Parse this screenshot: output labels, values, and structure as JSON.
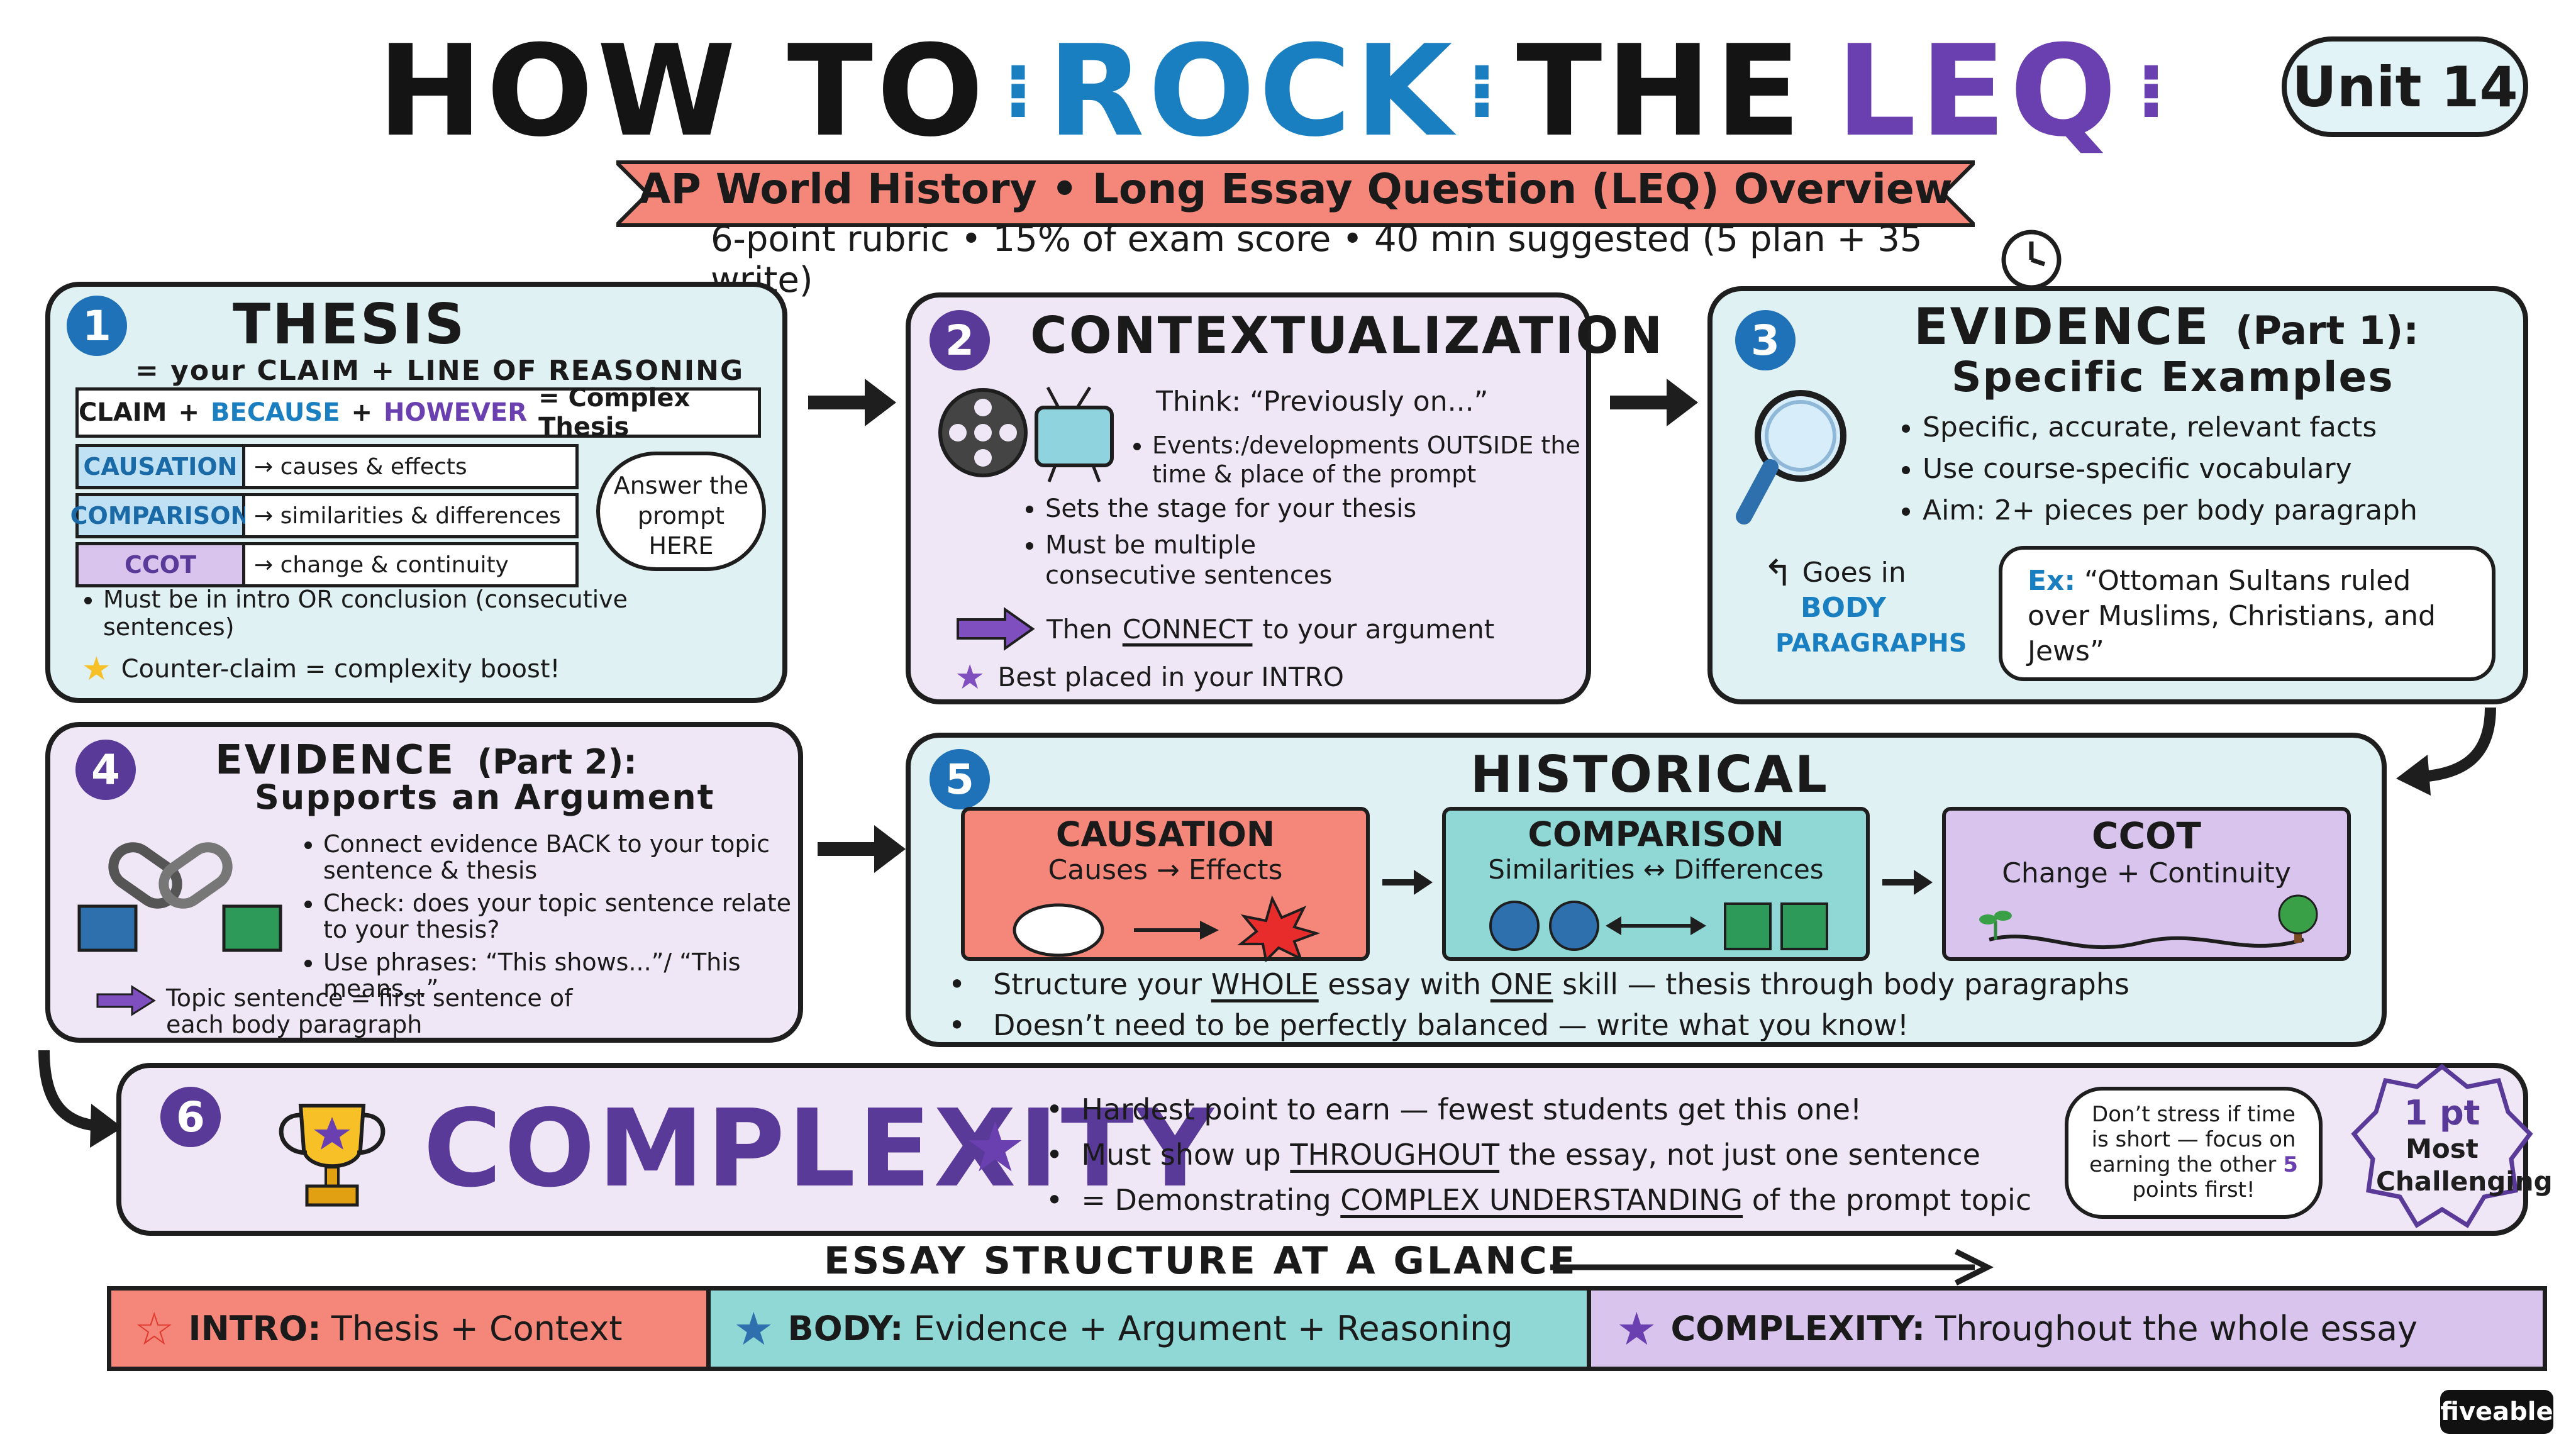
{
  "title": {
    "part1": "HOW TO",
    "part2": "ROCK",
    "part3": "THE",
    "part4": "LEQ"
  },
  "unit_badge": "Unit 14",
  "ribbon": "AP World History • Long Essay Question (LEQ) Overview",
  "rubric_line": "6-point rubric • 15% of exam score • 40 min suggested (5 plan + 35 write)",
  "colors": {
    "blue": "#1a7fc1",
    "purple": "#6a3fb0",
    "salmon": "#f4877a",
    "teal": "#6fcfcf",
    "lavender": "#c9a9e6"
  },
  "icons": [
    "clock-icon",
    "film-reel-icon",
    "tv-icon",
    "magnifier-icon",
    "chain-icon",
    "trophy-icon",
    "star-icon",
    "tree-icon",
    "cloud-icon",
    "explosion-icon"
  ],
  "thesis": {
    "num": "1",
    "title": "THESIS",
    "subtitle": "= your CLAIM + LINE OF REASONING",
    "formula": {
      "claim": "CLAIM",
      "plus1": "+",
      "because": "BECAUSE",
      "plus2": "+",
      "however": "HOWEVER",
      "equals": "= Complex Thesis"
    },
    "rows": [
      {
        "tag": "CAUSATION",
        "desc": "→ causes & effects"
      },
      {
        "tag": "COMPARISON",
        "desc": "→ similarities & differences"
      },
      {
        "tag": "CCOT",
        "desc": "→ change & continuity"
      }
    ],
    "bubble": "Answer the prompt HERE",
    "bullet": "Must be in intro OR conclusion (consecutive sentences)",
    "star_line": "Counter-claim = complexity boost!"
  },
  "context": {
    "num": "2",
    "title": "CONTEXTUALIZATION",
    "think": "Think: “Previously on...”",
    "bullets": [
      "Events:/developments OUTSIDE the time & place of the prompt",
      "Sets the stage for your thesis",
      "Must be multiple consecutive sentences"
    ],
    "connect_pre": "Then",
    "connect_word": "CONNECT",
    "connect_post": "to your argument",
    "star_line": "Best placed in your INTRO"
  },
  "evidence1": {
    "num": "3",
    "title": "EVIDENCE",
    "title_part": "(Part 1):",
    "subtitle": "Specific Examples",
    "bullets": [
      "Specific, accurate, relevant facts",
      "Use course-specific vocabulary",
      "Aim: 2+ pieces per body paragraph"
    ],
    "goes_in": "Goes in",
    "goes_where1": "BODY",
    "goes_where2": "PARAGRAPHS",
    "ex_label": "Ex:",
    "ex_text": "“Ottoman Sultans ruled over Muslims, Christians, and Jews”"
  },
  "evidence2": {
    "num": "4",
    "title": "EVIDENCE",
    "title_part": "(Part 2):",
    "subtitle": "Supports an Argument",
    "bullets": [
      "Connect evidence BACK to your topic sentence & thesis",
      "Check: does your topic sentence relate to your thesis?",
      "Use phrases: “This shows...”/ “This means...”"
    ],
    "topic_line": "Topic sentence = first sentence of each body paragraph"
  },
  "reasoning": {
    "num": "5",
    "title": "HISTORICAL REASONING",
    "boxes": [
      {
        "title": "CAUSATION",
        "sub": "Causes → Effects"
      },
      {
        "title": "COMPARISON",
        "sub": "Similarities ↔ Differences"
      },
      {
        "title": "CCOT",
        "sub": "Change + Continuity"
      }
    ],
    "bullet1_a": "Structure your",
    "bullet1_u1": "WHOLE",
    "bullet1_b": "essay with",
    "bullet1_u2": "ONE",
    "bullet1_c": "skill — thesis through body paragraphs",
    "bullet2": "Doesn’t need to be perfectly balanced — write what you know!"
  },
  "complexity": {
    "num": "6",
    "title": "COMPLEXITY",
    "b1": "Hardest point to earn — fewest students get this one!",
    "b2_a": "Must show up",
    "b2_u": "THROUGHOUT",
    "b2_b": "the essay, not just one sentence",
    "b3_a": "= Demonstrating",
    "b3_u": "COMPLEX UNDERSTANDING",
    "b3_b": "of the prompt topic",
    "bubble_a": "Don’t stress if time is short — focus on earning the other",
    "bubble_num": "5",
    "bubble_b": "points first!",
    "badge1": "1 pt",
    "badge2": "Most Challenging"
  },
  "structure": {
    "heading": "ESSAY STRUCTURE AT A GLANCE",
    "segments": [
      {
        "label": "INTRO:",
        "desc": "Thesis + Context"
      },
      {
        "label": "BODY:",
        "desc": "Evidence + Argument + Reasoning"
      },
      {
        "label": "COMPLEXITY:",
        "desc": "Throughout the whole essay"
      }
    ]
  },
  "watermark": "fiveable"
}
